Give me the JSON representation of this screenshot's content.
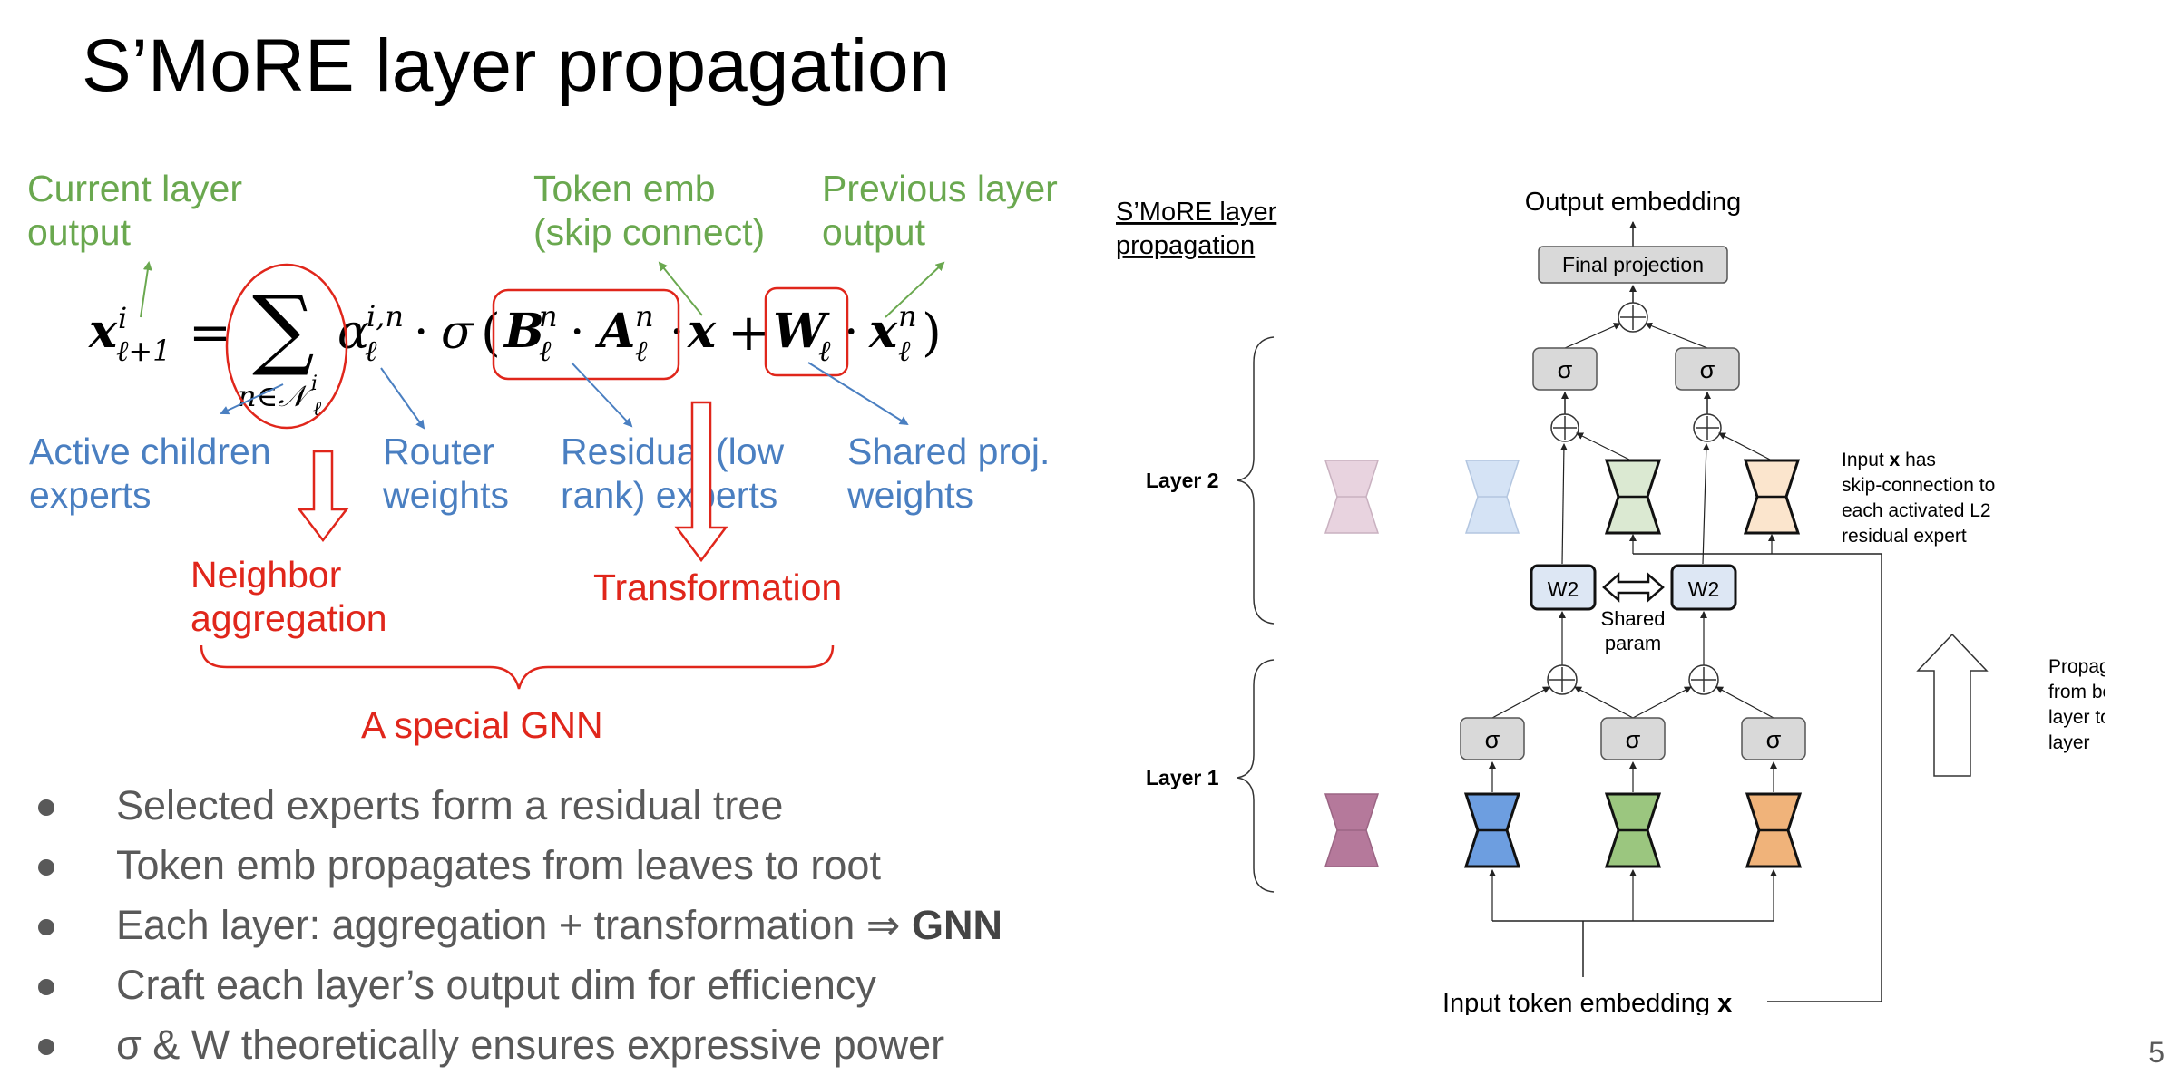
{
  "slide": {
    "title": "S’MoRE layer propagation",
    "page_number": "5"
  },
  "equation": {
    "annotations": {
      "current_layer_output": "Current layer\noutput",
      "token_emb": "Token emb\n(skip connect)",
      "previous_layer_output": "Previous layer\noutput",
      "active_children": "Active children\nexperts",
      "router_weights": "Router\nweights",
      "residual_experts": "Residual (low\nrank) experts",
      "shared_proj": "Shared proj.\nweights",
      "neighbor_aggregation": "Neighbor\naggregation",
      "transformation": "Transformation",
      "special_gnn": "A special GNN"
    }
  },
  "bullets": {
    "items": [
      {
        "text": "Selected experts form a residual tree"
      },
      {
        "text": "Token emb propagates from leaves to root"
      },
      {
        "text": "Each layer: aggregation + transformation ⇒ ",
        "bold": "GNN"
      },
      {
        "text": "Craft each layer’s output dim for efficiency"
      },
      {
        "text": "σ & W theoretically ensures expressive power"
      }
    ]
  },
  "diagram": {
    "title_line1": "S’MoRE layer",
    "title_line2": "propagation",
    "output_embedding": "Output embedding",
    "final_projection": "Final projection",
    "sigma": "σ",
    "layer2": "Layer 2",
    "layer1": "Layer 1",
    "w2": "W2",
    "shared_param_line1": "Shared",
    "shared_param_line2": "param",
    "skip_note": {
      "line1_pre": "Input ",
      "line1_bold": "x",
      "line1_post": " has",
      "line2": "skip-connection to",
      "line3": "each activated L2",
      "line4": "residual expert"
    },
    "propagate_note": {
      "line1_pre": "Propagate ",
      "line1_bold": "x",
      "line2": "from bottom",
      "line3": "layer to top",
      "line4": "layer"
    },
    "input_label_pre": "Input token embedding ",
    "input_label_bold": "x",
    "colors": {
      "l1_purple": "#b5799b",
      "l1_blue": "#6d9ee0",
      "l1_green": "#9bc67f",
      "l1_orange": "#f0b37a",
      "l2_purple": "#e8d3df",
      "l2_blue": "#d5e3f5",
      "l2_green": "#dbe9d2",
      "l2_orange": "#fbe5cd",
      "w2_fill": "#dde7f4",
      "node_fill": "#d9d9d9"
    }
  }
}
